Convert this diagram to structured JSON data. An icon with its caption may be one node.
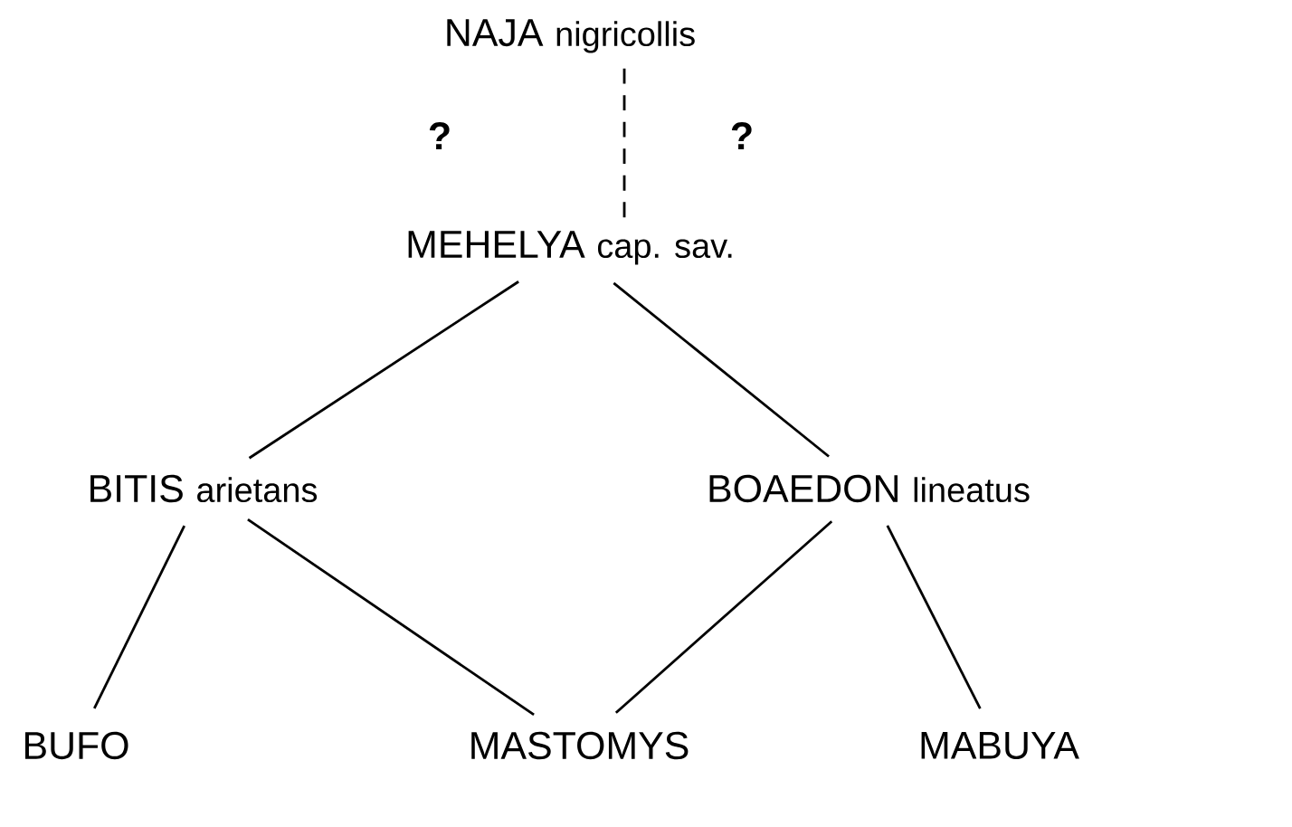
{
  "diagram": {
    "nodes": [
      {
        "text": [
          "NAJA",
          "nigricollis"
        ]
      },
      {
        "text": [
          "MEHELYA",
          "cap. sav."
        ]
      },
      {
        "text": [
          "BITIS",
          "arietans"
        ]
      },
      {
        "text": [
          "BOAEDON",
          "lineatus"
        ]
      },
      {
        "text": [
          "BUFO"
        ]
      },
      {
        "text": [
          "MASTOMYS"
        ]
      },
      {
        "text": [
          "MABUYA"
        ]
      }
    ],
    "edges": [
      {
        "from": 0,
        "to": 1,
        "arrow": "none",
        "style": "dashed"
      },
      {
        "from": 1,
        "to": 2,
        "arrow": "none"
      },
      {
        "from": 1,
        "to": 3,
        "arrow": "none"
      },
      {
        "from": 2,
        "to": 4,
        "arrow": "none"
      },
      {
        "from": 2,
        "to": 5,
        "arrow": "none"
      },
      {
        "from": 3,
        "to": 5,
        "arrow": "none"
      },
      {
        "from": 3,
        "to": 6,
        "arrow": "none"
      }
    ],
    "labels": [
      "?",
      "?"
    ]
  }
}
